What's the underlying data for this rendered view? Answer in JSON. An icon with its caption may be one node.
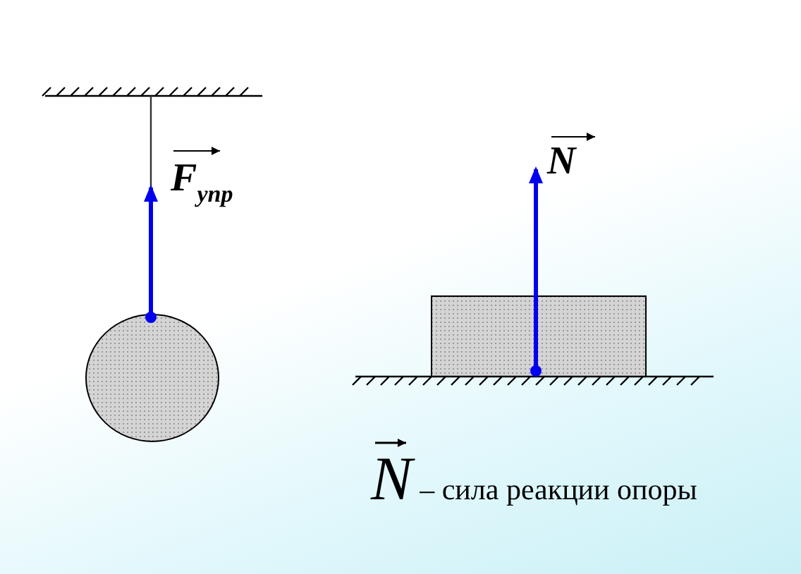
{
  "diagram": {
    "nodes": [
      {
        "text": [],
        "shape": "circle"
      },
      {
        "text": [],
        "shape": "box"
      }
    ],
    "labels": [
      "F$_{упр}$",
      "N",
      "N – сила реакции опоры"
    ]
  }
}
